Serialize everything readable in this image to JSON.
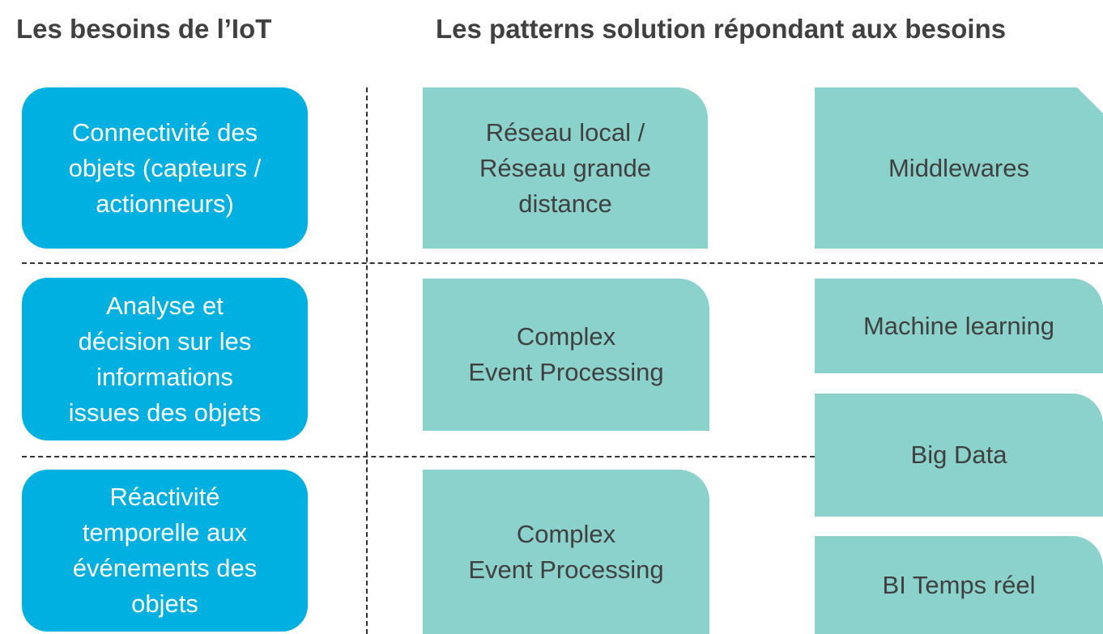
{
  "headings": {
    "needs": "Les besoins de l’IoT",
    "patterns": "Les patterns solution répondant aux besoins"
  },
  "needs": [
    {
      "text": "Connectivité des\nobjets (capteurs /\nactionneurs)"
    },
    {
      "text": "Analyse et\ndécision sur les\ninformations\nissues des objets"
    },
    {
      "text": "Réactivité\ntemporelle aux\névénements des\nobjets"
    }
  ],
  "patterns": {
    "reseau": "Réseau local /\nRéseau grande\ndistance",
    "middlewares": "Middlewares",
    "cep_1": "Complex\nEvent Processing",
    "machine_learning": "Machine learning",
    "big_data": "Big Data",
    "cep_2": "Complex\nEvent Processing",
    "bi_temps_reel": "BI Temps réel"
  },
  "colors": {
    "need_box": "#00b0e0",
    "pattern_box": "#8bd1cc",
    "heading_text": "#404040",
    "separator": "#333333"
  }
}
